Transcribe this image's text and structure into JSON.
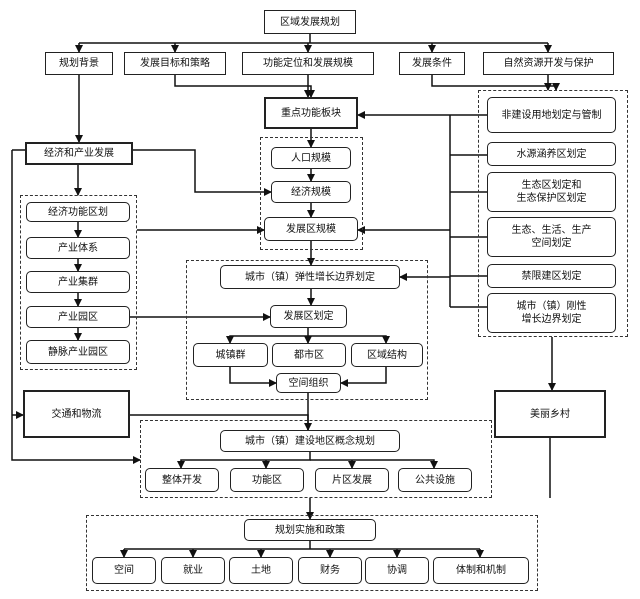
{
  "title": "区域发展规划",
  "top_items": [
    "规划背景",
    "发展目标和策略",
    "功能定位和发展规模",
    "发展条件",
    "自然资源开发与保护"
  ],
  "key_block": "重点功能板块",
  "core_chain": [
    "人口规模",
    "经济规模",
    "发展区规模"
  ],
  "economy": {
    "title": "经济和产业发展",
    "items": [
      "经济功能区划",
      "产业体系",
      "产业集群",
      "产业园区",
      "静脉产业园区"
    ]
  },
  "nature_right": [
    "非建设用地划定与管制",
    "水源涵养区划定",
    "生态区划定和\n生态保护区划定",
    "生态、生活、生产\n空间划定",
    "禁限建区划定",
    "城市（镇）刚性\n增长边界划定"
  ],
  "growth": {
    "title": "城市（镇）弹性增长边界划定",
    "zone": "发展区划定",
    "parts": [
      "城镇群",
      "都市区",
      "区域结构"
    ],
    "space": "空间组织"
  },
  "transport": "交通和物流",
  "village": "美丽乡村",
  "concept": {
    "title": "城市（镇）建设地区概念规划",
    "items": [
      "整体开发",
      "功能区",
      "片区发展",
      "公共设施"
    ]
  },
  "implementation": {
    "title": "规划实施和政策",
    "items": [
      "空间",
      "就业",
      "土地",
      "财务",
      "协调",
      "体制和机制"
    ]
  }
}
